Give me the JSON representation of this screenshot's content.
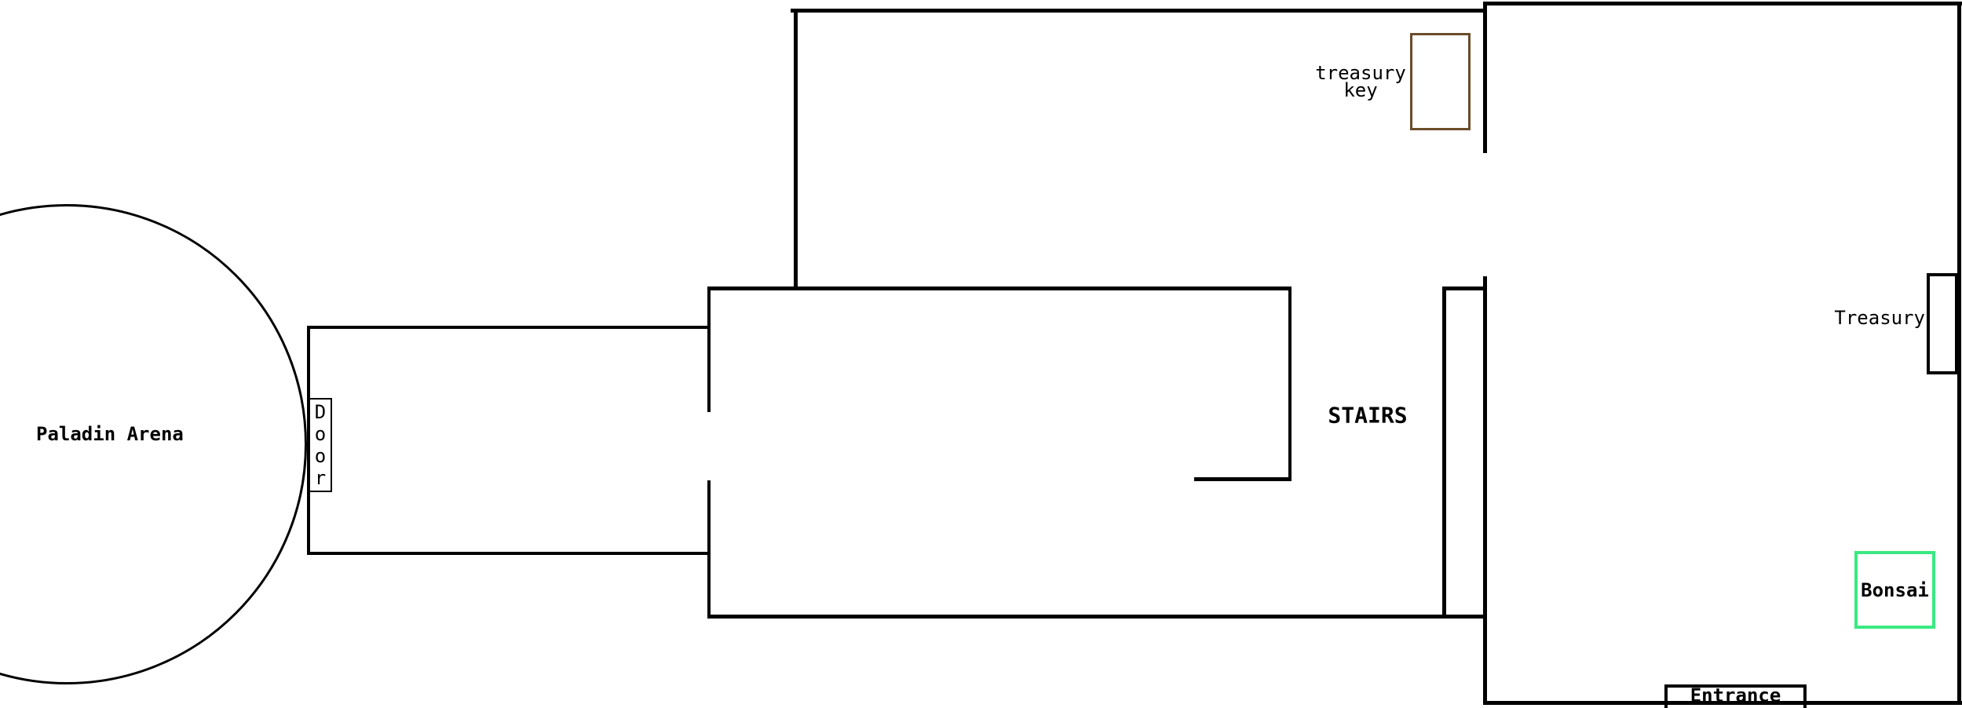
{
  "map": {
    "labels": {
      "paladin_arena": "Paladin Arena",
      "door_letters": [
        "D",
        "o",
        "o",
        "r"
      ],
      "stairs": "STAIRS",
      "treasury_key_line1": "treasury",
      "treasury_key_line2": "key",
      "treasury": "Treasury",
      "bonsai": "Bonsai",
      "entrance": "Entrance"
    },
    "colors": {
      "background": "#ffffff",
      "wall": "#000000",
      "text": "#000000",
      "treasury_key_marker_border": "#6b4c29",
      "bonsai_marker_border": "#3ae981",
      "door_marker_border": "#000000"
    }
  }
}
